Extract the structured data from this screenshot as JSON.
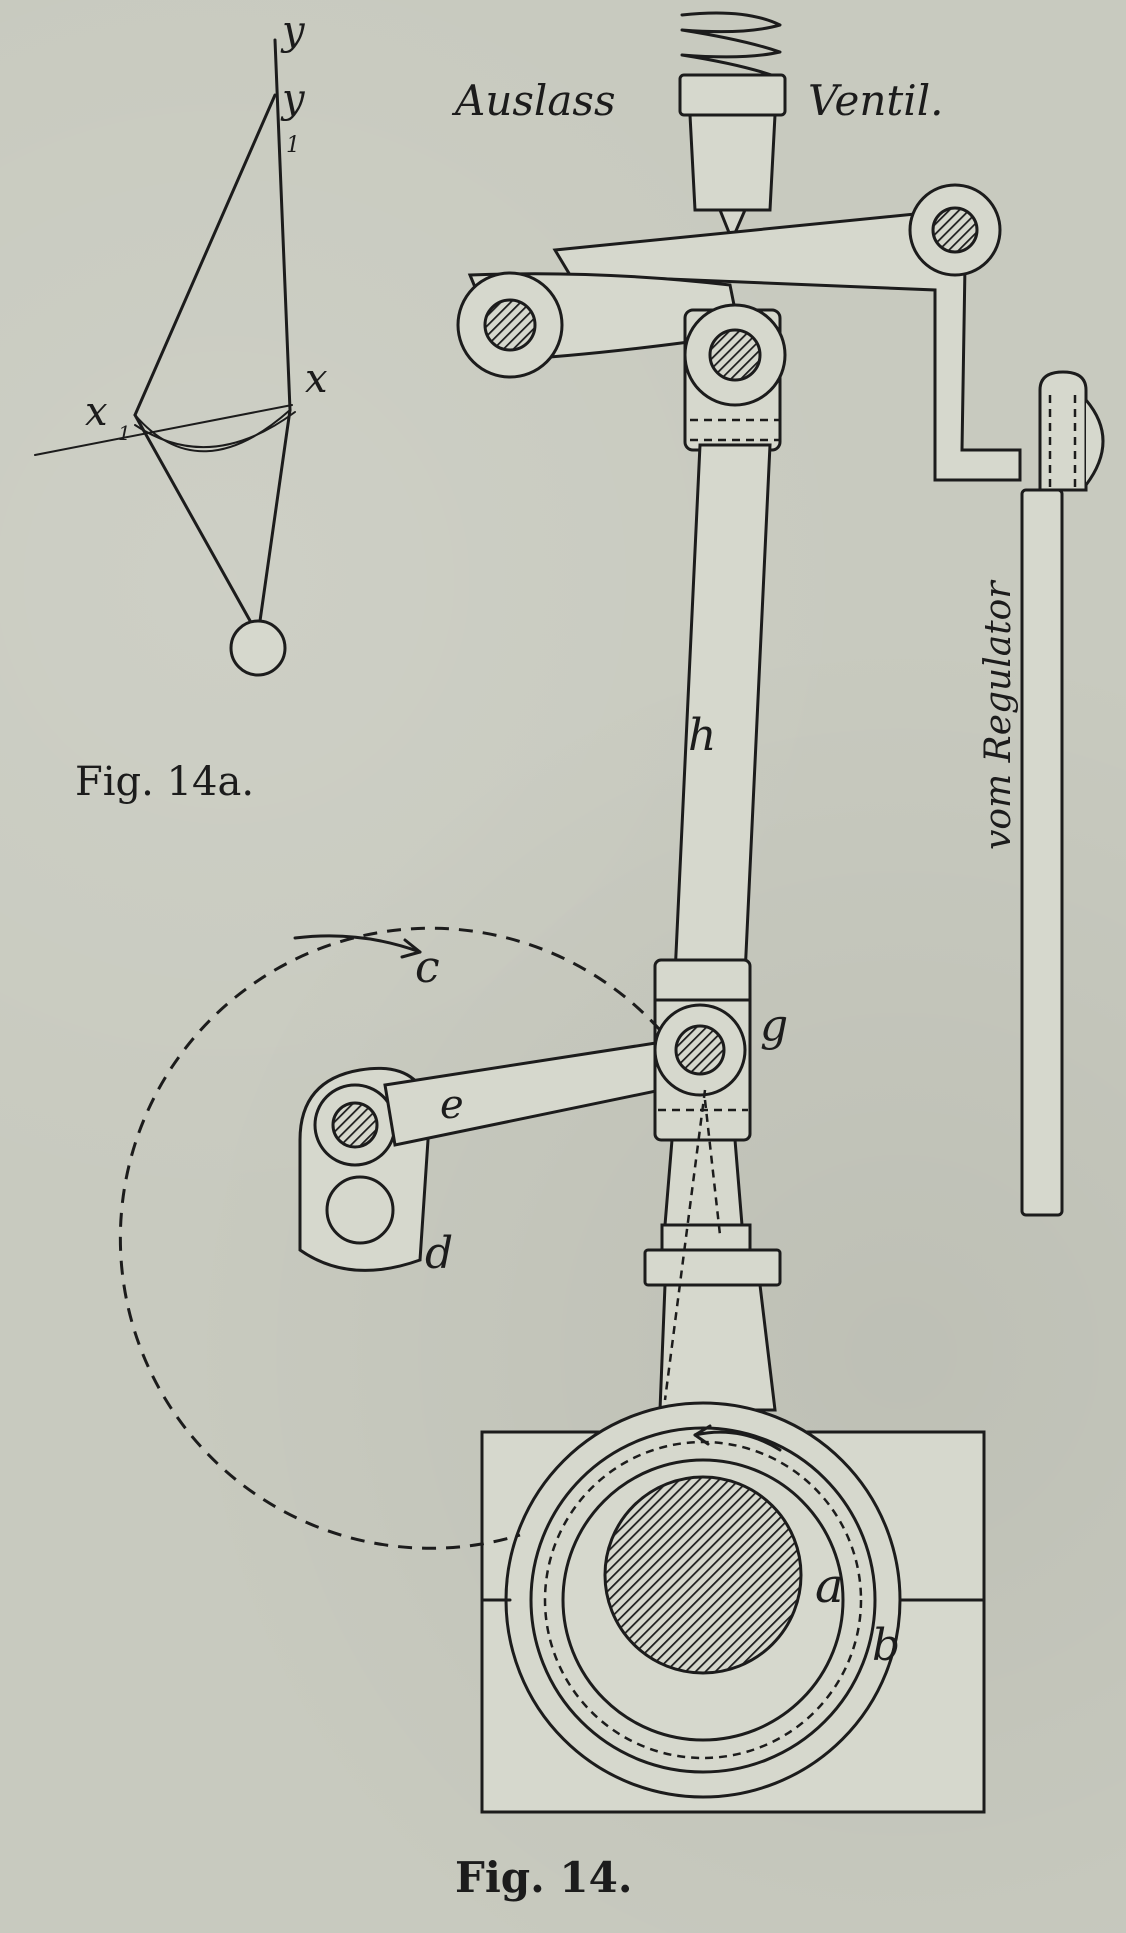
{
  "labels": {
    "fig14a_y": "y",
    "fig14a_y1": "y",
    "fig14a_y1_sub": "1",
    "fig14a_x": "x",
    "fig14a_x1": "x",
    "fig14a_x1_sub": "1",
    "valve_left": "Auslass",
    "valve_right": "Ventil.",
    "regulator": "vom Regulator",
    "a": "a",
    "b": "b",
    "c": "c",
    "d": "d",
    "e": "e",
    "g": "g",
    "h": "h"
  },
  "captions": {
    "fig14a": "Fig. 14a.",
    "fig14": "Fig. 14."
  }
}
